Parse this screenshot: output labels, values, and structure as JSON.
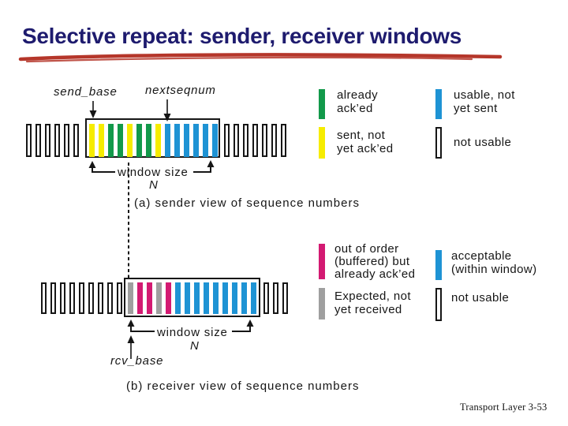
{
  "slide": {
    "title": "Selective repeat: sender, receiver windows",
    "footer": "Transport Layer 3-53"
  },
  "colors": {
    "title": "#1e1b6e",
    "underline": "#b5362a",
    "line": "#161616",
    "green": "#12994a",
    "yellow": "#f6ec00",
    "blue": "#1e93d4",
    "magenta": "#d31a72",
    "gray": "#9f9f9f"
  },
  "sender": {
    "label_send_base": "send_base",
    "label_nextseqnum": "nextseqnum",
    "label_window_size": "window size",
    "label_n": "N",
    "caption": "(a) sender view of sequence numbers",
    "bars_left": [
      "white",
      "white",
      "white",
      "white",
      "white",
      "white"
    ],
    "bars_window": [
      "yellow",
      "yellow",
      "green",
      "green",
      "yellow",
      "green",
      "green",
      "yellow",
      "blue",
      "blue",
      "blue",
      "blue",
      "blue",
      "blue"
    ],
    "bars_right": [
      "white",
      "white",
      "white",
      "white",
      "white",
      "white",
      "white"
    ],
    "legend": [
      {
        "color": "green",
        "label": "already\nack’ed"
      },
      {
        "color": "blue",
        "label": "usable, not\nyet sent"
      },
      {
        "color": "yellow",
        "label": "sent, not\nyet ack’ed"
      },
      {
        "color": "white",
        "label": "not usable"
      }
    ]
  },
  "receiver": {
    "label_rcv_base": "rcv_base",
    "label_window_size": "window size",
    "label_n": "N",
    "caption": "(b) receiver view of sequence numbers",
    "bars_left": [
      "white",
      "white",
      "white",
      "white",
      "white",
      "white",
      "white",
      "white",
      "white"
    ],
    "bars_window": [
      "gray",
      "magenta",
      "magenta",
      "gray",
      "magenta",
      "blue",
      "blue",
      "blue",
      "blue",
      "blue",
      "blue",
      "blue",
      "blue",
      "blue"
    ],
    "bars_right": [
      "white",
      "white",
      "white"
    ],
    "legend": [
      {
        "color": "magenta",
        "label": "out of order\n(buffered) but\nalready ack’ed"
      },
      {
        "color": "blue",
        "label": "acceptable\n(within window)"
      },
      {
        "color": "gray",
        "label": "Expected, not\nyet received"
      },
      {
        "color": "white",
        "label": "not usable"
      }
    ]
  }
}
